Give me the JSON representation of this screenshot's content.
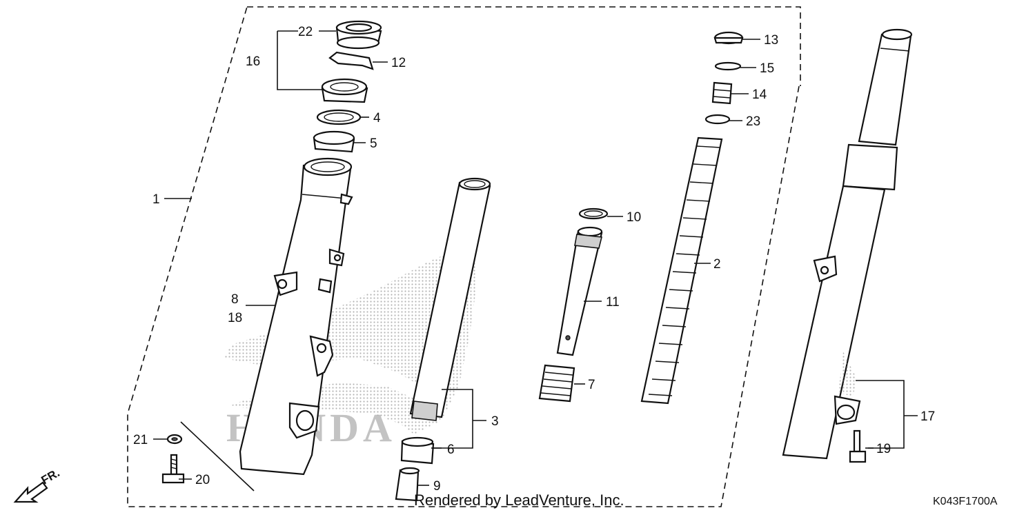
{
  "callouts": [
    {
      "id": "p22",
      "text": "22"
    },
    {
      "id": "p16",
      "text": "16"
    },
    {
      "id": "p12",
      "text": "12"
    },
    {
      "id": "p4",
      "text": "4"
    },
    {
      "id": "p5",
      "text": "5"
    },
    {
      "id": "p1",
      "text": "1"
    },
    {
      "id": "p8",
      "text": "8"
    },
    {
      "id": "p18",
      "text": "18"
    },
    {
      "id": "p21",
      "text": "21"
    },
    {
      "id": "p20",
      "text": "20"
    },
    {
      "id": "p3",
      "text": "3"
    },
    {
      "id": "p6",
      "text": "6"
    },
    {
      "id": "p9",
      "text": "9"
    },
    {
      "id": "p10",
      "text": "10"
    },
    {
      "id": "p11",
      "text": "11"
    },
    {
      "id": "p7",
      "text": "7"
    },
    {
      "id": "p13",
      "text": "13"
    },
    {
      "id": "p15",
      "text": "15"
    },
    {
      "id": "p14",
      "text": "14"
    },
    {
      "id": "p23",
      "text": "23"
    },
    {
      "id": "p2",
      "text": "2"
    },
    {
      "id": "p17",
      "text": "17"
    },
    {
      "id": "p19",
      "text": "19"
    }
  ],
  "watermark": "Rendered by LeadVenture, Inc.",
  "diagram_code": "K043F1700A",
  "direction_label": "FR.",
  "logo_text": "HONDA"
}
